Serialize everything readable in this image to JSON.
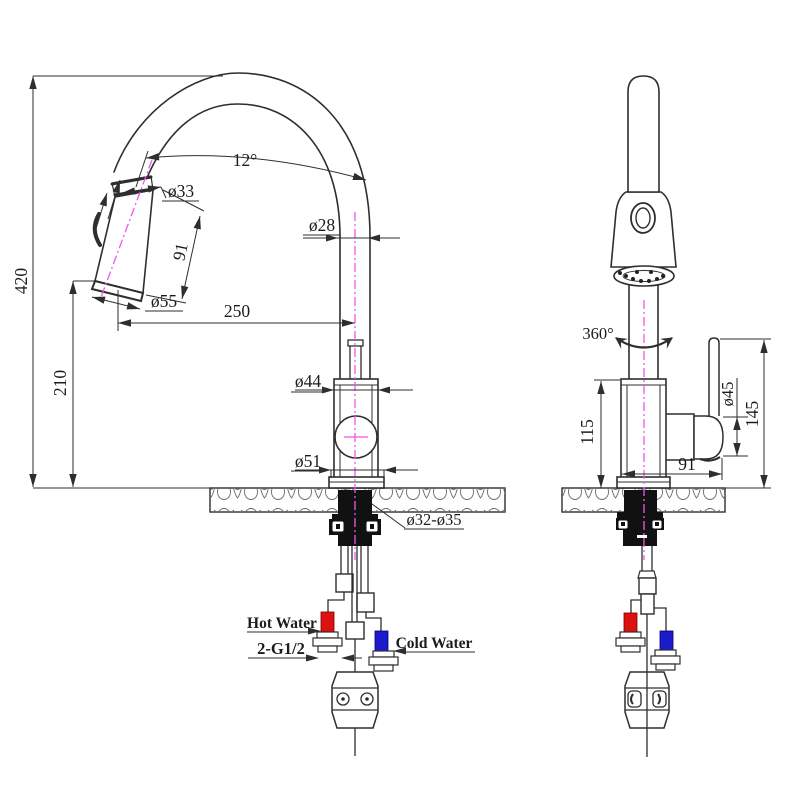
{
  "colors": {
    "line": "#2e2e2e",
    "centerline": "#f056e8",
    "hot_water": "#dd1111",
    "cold_water": "#1b1bcc"
  },
  "front_view": {
    "dims": {
      "total_height": "420",
      "counter_to_spray": "210",
      "spout_reach": "250",
      "spray_head_length": "91",
      "spray_head_top_dia": "ø33",
      "spray_head_face_dia": "ø55",
      "spout_tube_dia": "ø28",
      "body_top_dia": "ø44",
      "body_base_dia": "ø51",
      "spray_head_angle": "12°",
      "mount_hole_dia": "ø32-ø35"
    },
    "labels": {
      "hot": "Hot Water",
      "thread": "2-G1/2",
      "cold": "Cold Water"
    }
  },
  "side_view": {
    "dims": {
      "swivel_angle": "360°",
      "body_height": "115",
      "handle_top_height": "145",
      "handle_reach": "91",
      "handle_dia": "ø45"
    }
  }
}
